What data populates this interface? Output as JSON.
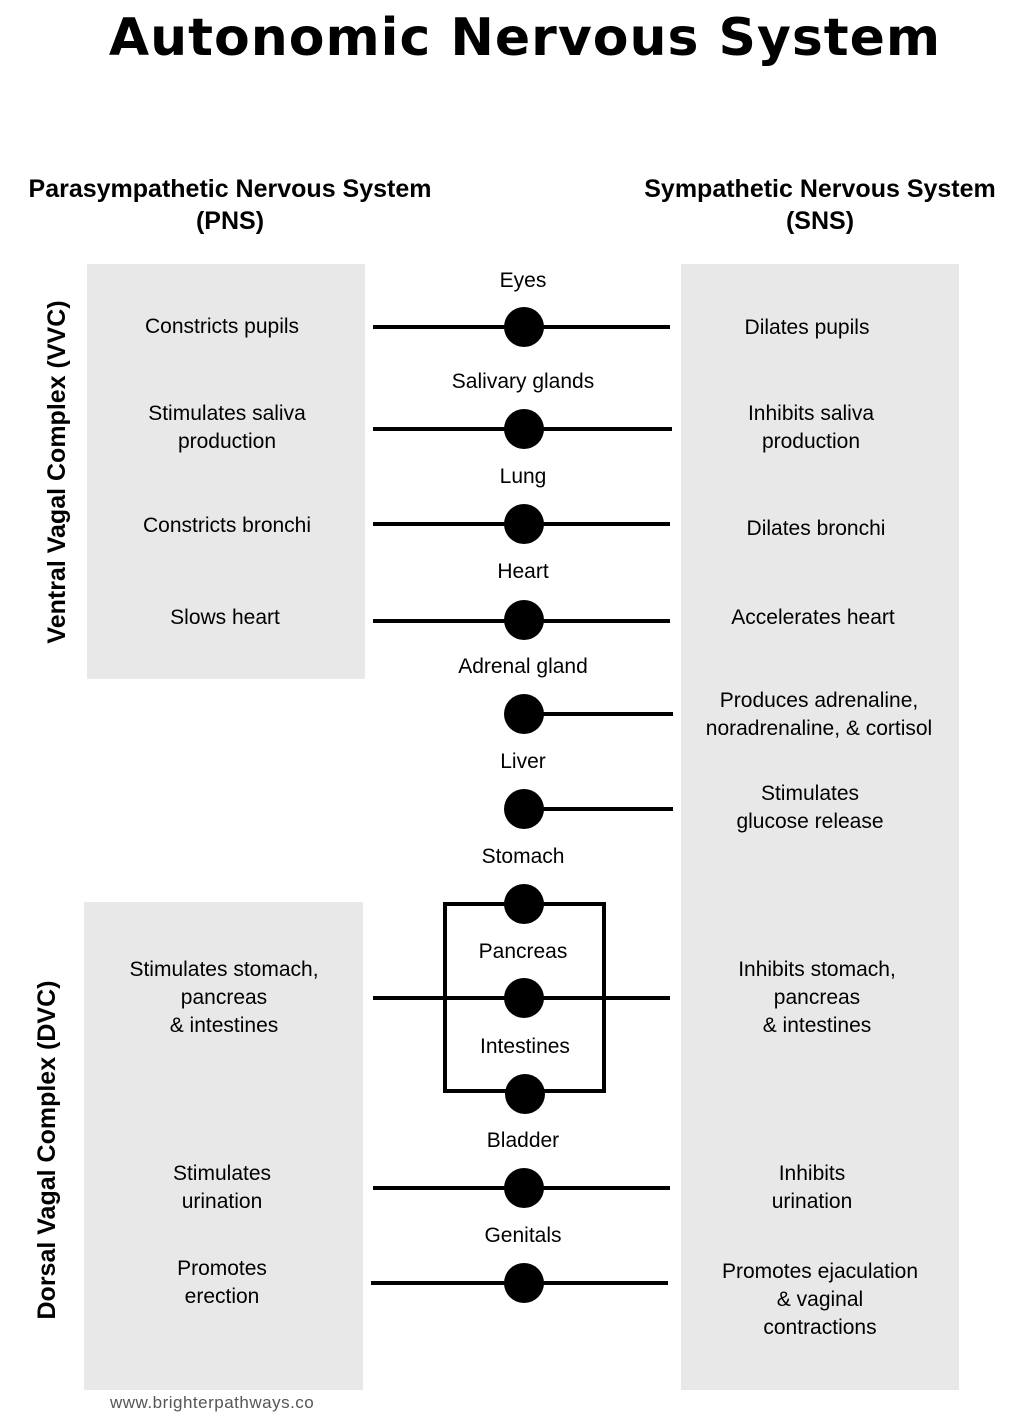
{
  "title": "Autonomic Nervous System",
  "pns_header": {
    "line1": "Parasympathetic Nervous System",
    "line2": "(PNS)"
  },
  "sns_header": {
    "line1": "Sympathetic Nervous System",
    "line2": "(SNS)"
  },
  "vvc_label": "Ventral Vagal Complex (VVC)",
  "dvc_label": "Dorsal Vagal Complex (DVC)",
  "organs": {
    "eyes": "Eyes",
    "salivary": "Salivary glands",
    "lung": "Lung",
    "heart": "Heart",
    "adrenal": "Adrenal gland",
    "liver": "Liver",
    "stomach": "Stomach",
    "pancreas": "Pancreas",
    "intestines": "Intestines",
    "bladder": "Bladder",
    "genitals": "Genitals"
  },
  "pns": {
    "eyes": [
      "Constricts pupils"
    ],
    "salivary": [
      "Stimulates saliva",
      "production"
    ],
    "lung": [
      "Constricts bronchi"
    ],
    "heart": [
      "Slows heart"
    ],
    "digestion": [
      "Stimulates stomach,",
      "pancreas",
      "& intestines"
    ],
    "bladder": [
      "Stimulates",
      "urination"
    ],
    "genitals": [
      "Promotes",
      "erection"
    ]
  },
  "sns": {
    "eyes": [
      "Dilates pupils"
    ],
    "salivary": [
      "Inhibits saliva",
      "production"
    ],
    "lung": [
      "Dilates bronchi"
    ],
    "heart": [
      "Accelerates heart"
    ],
    "adrenal": [
      "Produces adrenaline,",
      "noradrenaline, & cortisol"
    ],
    "liver": [
      "Stimulates",
      "glucose release"
    ],
    "digestion": [
      "Inhibits stomach,",
      "pancreas",
      "& intestines"
    ],
    "bladder": [
      "Inhibits",
      "urination"
    ],
    "genitals": [
      "Promotes ejaculation",
      "& vaginal",
      "contractions"
    ]
  },
  "footer": "www.brighterpathways.co"
}
